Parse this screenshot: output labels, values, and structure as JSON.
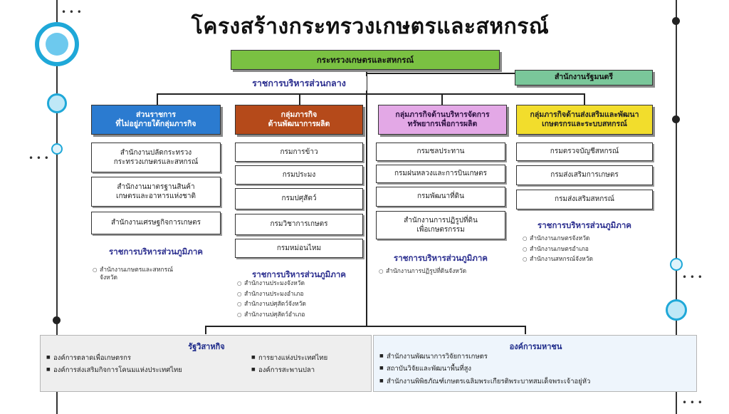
{
  "title": "โครงสร้างกระทรวงเกษตรและสหกรณ์",
  "colors": {
    "ministry": "#7ac142",
    "green_light": "#7ac79a",
    "blue": "#2b7bd0",
    "brown": "#b54a1a",
    "pink": "#e3a8e6",
    "yellow": "#f2dd2c",
    "region_title": "#2b2e8f",
    "deco": "#1fa8d8"
  },
  "ministry": {
    "label": "กระทรวงเกษตรและสหกรณ์"
  },
  "minister_office": {
    "label": "สำนักงานรัฐมนตรี"
  },
  "central_label": "ราชการบริหารส่วนกลาง",
  "groups": [
    {
      "header": "ส่วนราชการ\nที่ไม่อยู่ภายใต้กลุ่มภารกิจ",
      "units": [
        "สำนักงานปลัดกระทรวง\nกระทรวงเกษตรและสหกรณ์",
        "สำนักงานมาตรฐานสินค้า\nเกษตรและอาหารแห่งชาติ",
        "สำนักงานเศรษฐกิจการเกษตร"
      ],
      "region_title": "ราชการบริหารส่วนภูมิภาค",
      "region_items": [
        "สำนักงานเกษตรและสหกรณ์\nจังหวัด"
      ]
    },
    {
      "header": "กลุ่มภารกิจ\nด้านพัฒนาการผลิต",
      "units": [
        "กรมการข้าว",
        "กรมประมง",
        "กรมปศุสัตว์",
        "กรมวิชาการเกษตร",
        "กรมหม่อนไหม"
      ],
      "region_title": "ราชการบริหารส่วนภูมิภาค",
      "region_items": [
        "สำนักงานประมงจังหวัด",
        "สำนักงานประมงอำเภอ",
        "สำนักงานปศุสัตว์จังหวัด",
        "สำนักงานปศุสัตว์อำเภอ"
      ]
    },
    {
      "header": "กลุ่มภารกิจด้านบริหารจัดการ\nทรัพยากรเพื่อการผลิต",
      "units": [
        "กรมชลประทาน",
        "กรมฝนหลวงและการบินเกษตร",
        "กรมพัฒนาที่ดิน",
        "สำนักงานการปฏิรูปที่ดิน\nเพื่อเกษตรกรรม"
      ],
      "region_title": "ราชการบริหารส่วนภูมิภาค",
      "region_items": [
        "สำนักงานการปฏิรูปที่ดินจังหวัด"
      ]
    },
    {
      "header": "กลุ่มภารกิจด้านส่งเสริมและพัฒนา\nเกษตรกรและระบบสหกรณ์",
      "units": [
        "กรมตรวจบัญชีสหกรณ์",
        "กรมส่งเสริมการเกษตร",
        "กรมส่งเสริมสหกรณ์"
      ],
      "region_title": "ราชการบริหารส่วนภูมิภาค",
      "region_items": [
        "สำนักงานเกษตรจังหวัด",
        "สำนักงานเกษตรอำเภอ",
        "สำนักงานสหกรณ์จังหวัด"
      ]
    }
  ],
  "state_enterprise": {
    "title": "รัฐวิสาหกิจ",
    "left_items": [
      "องค์การตลาดเพื่อเกษตรกร",
      "องค์การส่งเสริมกิจการโคนมแห่งประเทศไทย"
    ],
    "right_items": [
      "การยางแห่งประเทศไทย",
      "องค์การสะพานปลา"
    ]
  },
  "public_org": {
    "title": "องค์การมหาชน",
    "items": [
      "สำนักงานพัฒนาการวิจัยการเกษตร",
      "สถาบันวิจัยและพัฒนาพื้นที่สูง",
      "สำนักงานพิพิธภัณฑ์เกษตรเฉลิมพระเกียรติพระบาทสมเด็จพระเจ้าอยู่หัว"
    ]
  },
  "decorations": {
    "dots": "• • •"
  }
}
